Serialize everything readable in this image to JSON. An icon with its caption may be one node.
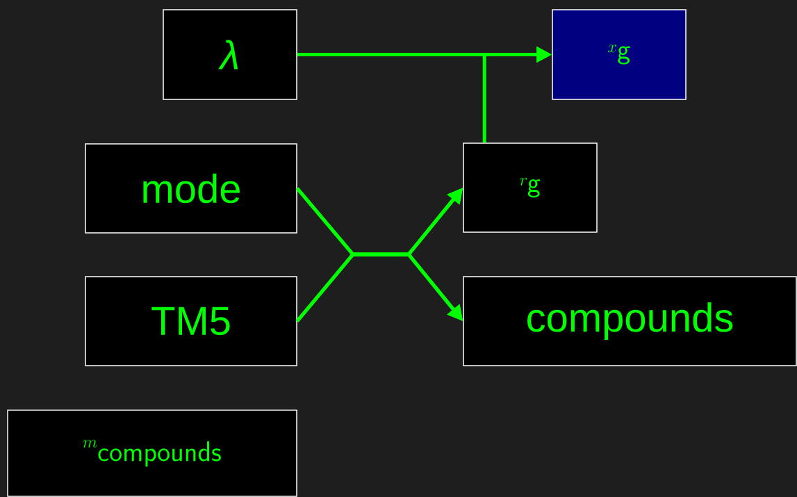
{
  "diagram": {
    "nodes": [
      {
        "text": [
          "λ"
        ]
      },
      {
        "text": [
          "x_\\mathsf{g}"
        ]
      },
      {
        "text": [
          "mode"
        ]
      },
      {
        "text": [
          "r_\\mathsf{g}"
        ]
      },
      {
        "text": [
          "TM5"
        ]
      },
      {
        "text": [
          "compounds"
        ]
      },
      {
        "text": [
          "m_\\mathsf{compounds}"
        ]
      }
    ],
    "edges": [
      {
        "from": 0,
        "to": 1,
        "arrow": "to"
      },
      {
        "from": 3,
        "to": 1,
        "arrow": "to"
      },
      {
        "from": 2,
        "to": 3,
        "arrow": "to"
      },
      {
        "from": 2,
        "to": 5,
        "arrow": "to"
      },
      {
        "from": 4,
        "to": 3,
        "arrow": "to"
      },
      {
        "from": 4,
        "to": 5,
        "arrow": "to"
      }
    ]
  }
}
